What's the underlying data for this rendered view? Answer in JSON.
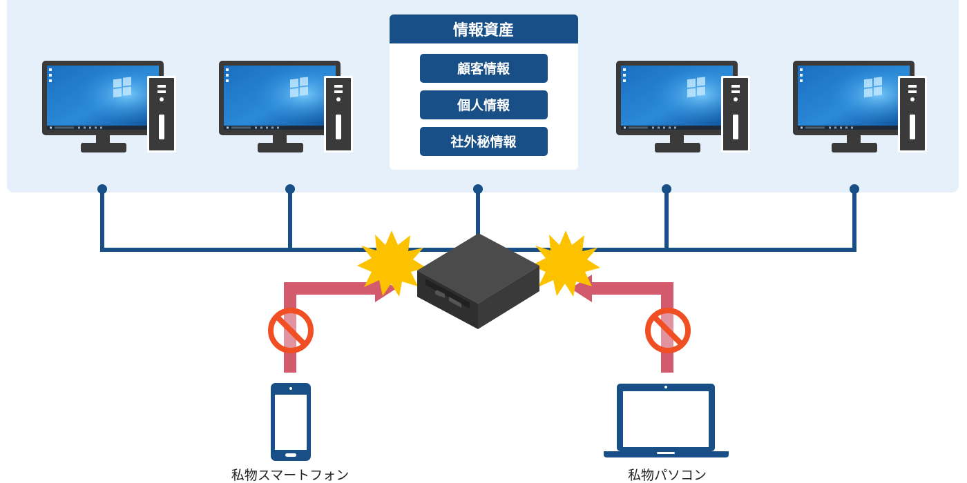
{
  "info_assets": {
    "title": "情報資産",
    "items": [
      "顧客情報",
      "個人情報",
      "社外秘情報"
    ]
  },
  "devices": {
    "smartphone_label": "私物スマートフォン",
    "pc_label": "私物パソコン"
  },
  "colors": {
    "panel_bg": "#e6f0fb",
    "navy": "#174f86",
    "network_line": "#174f86",
    "blocked_arrow": "#d25a6c",
    "prohibit_sign": "#f04e23",
    "burst": "#fcc200",
    "monitor_frame": "#3a3a3a",
    "router_body": "#3f3f3f"
  },
  "icons": [
    "desktop-computer-icon",
    "server-router-icon",
    "smartphone-icon",
    "laptop-icon",
    "prohibit-icon",
    "collision-burst-icon"
  ]
}
